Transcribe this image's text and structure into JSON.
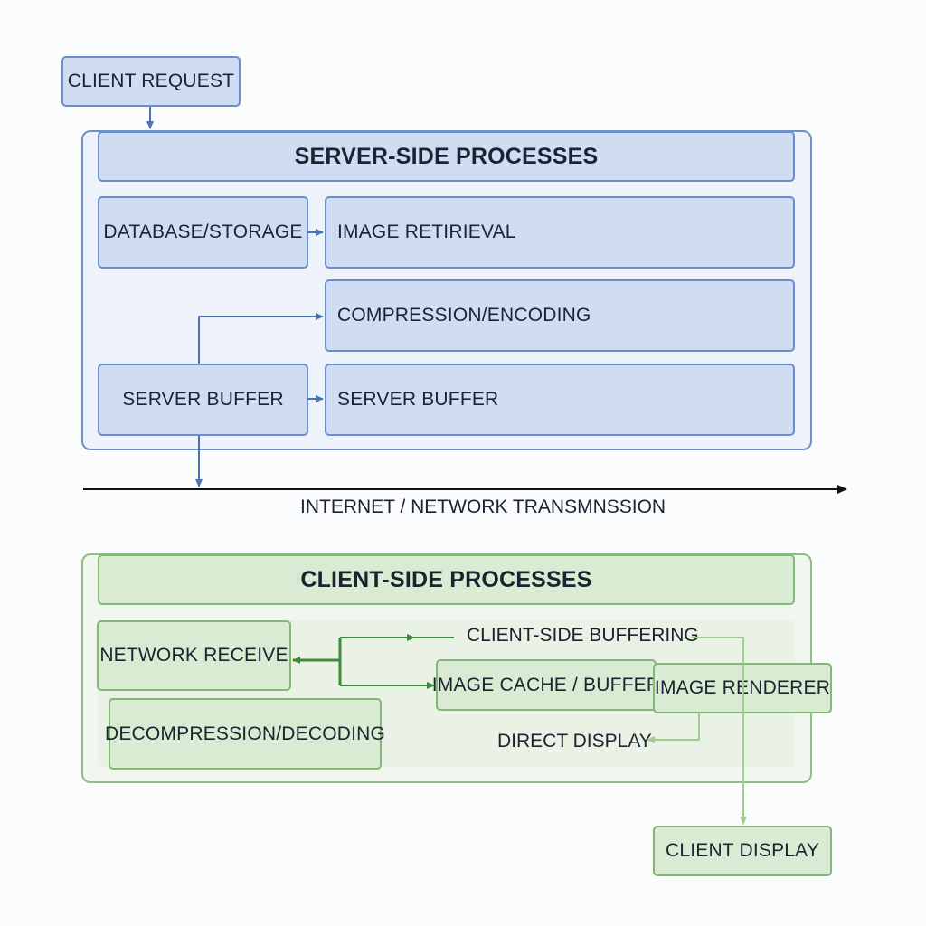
{
  "client_request": "CLIENT REQUEST",
  "server": {
    "title": "SERVER-SIDE PROCESSES",
    "database_storage": "DATABASE/STORAGE",
    "image_retrieval": "IMAGE RETIRIEVAL",
    "compression_encoding": "COMPRESSION/ENCODING",
    "server_buffer_left": "SERVER BUFFER",
    "server_buffer_right": "SERVER BUFFER"
  },
  "network_label": "INTERNET / NETWORK TRANSMNSSION",
  "client": {
    "title": "CLIENT-SIDE PROCESSES",
    "network_receive": "NETWORK RECEIVE",
    "decompression_decoding": "DECOMPRESSION/DECODING",
    "client_side_buffering": "CLIENT-SIDE BUFFERING",
    "image_cache_buffer": "IMAGE CACHE / BUFFER",
    "image_renderer": "IMAGE RENDERER",
    "direct_display": "DIRECT DISPLAY",
    "client_display": "CLIENT DISPLAY"
  },
  "colors": {
    "server_accent": "#4a72b8",
    "client_accent": "#3f8a3a",
    "client_light_accent": "#9ccf8e",
    "network_line": "#111111"
  }
}
